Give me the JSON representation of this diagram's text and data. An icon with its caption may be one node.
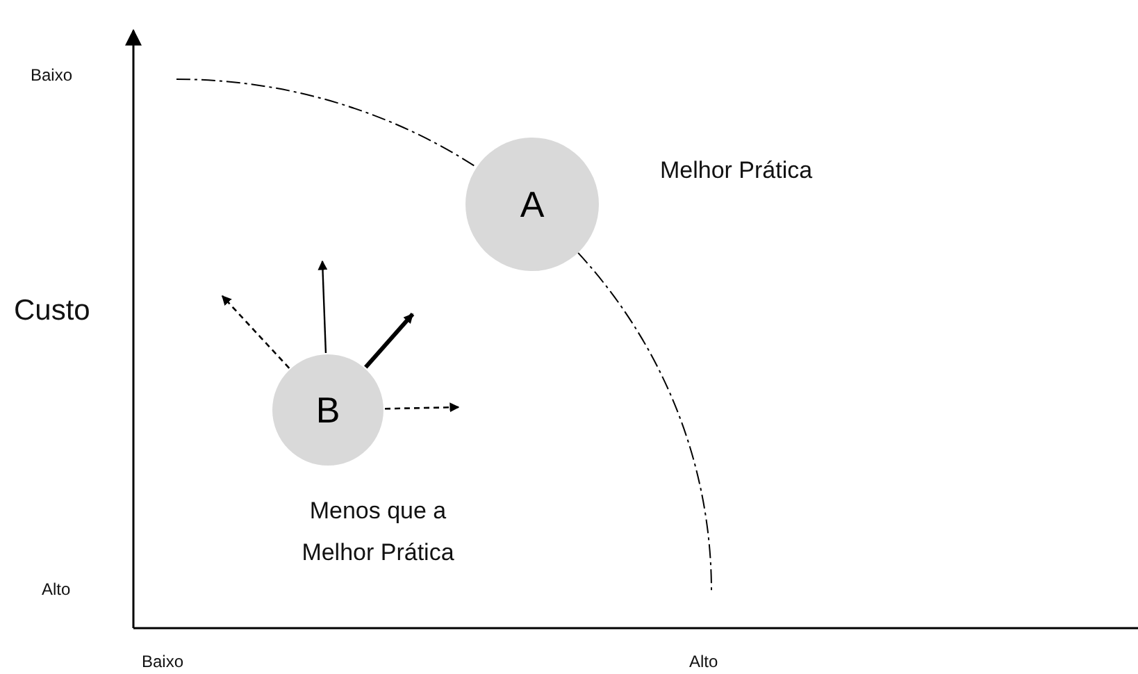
{
  "diagram": {
    "nodes": [
      {
        "text": [
          "A"
        ]
      },
      {
        "text": [
          "B"
        ],
        "beside": [
          "Menos que a Melhor Prática"
        ]
      }
    ],
    "edges": [
      {
        "from": 1,
        "to": null,
        "arrow": "to",
        "style": "dashed"
      },
      {
        "from": 1,
        "to": null,
        "arrow": "to"
      },
      {
        "from": 1,
        "to": null,
        "arrow": "to",
        "style": "thick"
      },
      {
        "from": 1,
        "to": null,
        "arrow": "to",
        "style": "dashed"
      }
    ],
    "labels": [
      "Baixo",
      "Melhor Prática",
      "Custo",
      "Alto",
      "Baixo",
      "Alto"
    ]
  }
}
